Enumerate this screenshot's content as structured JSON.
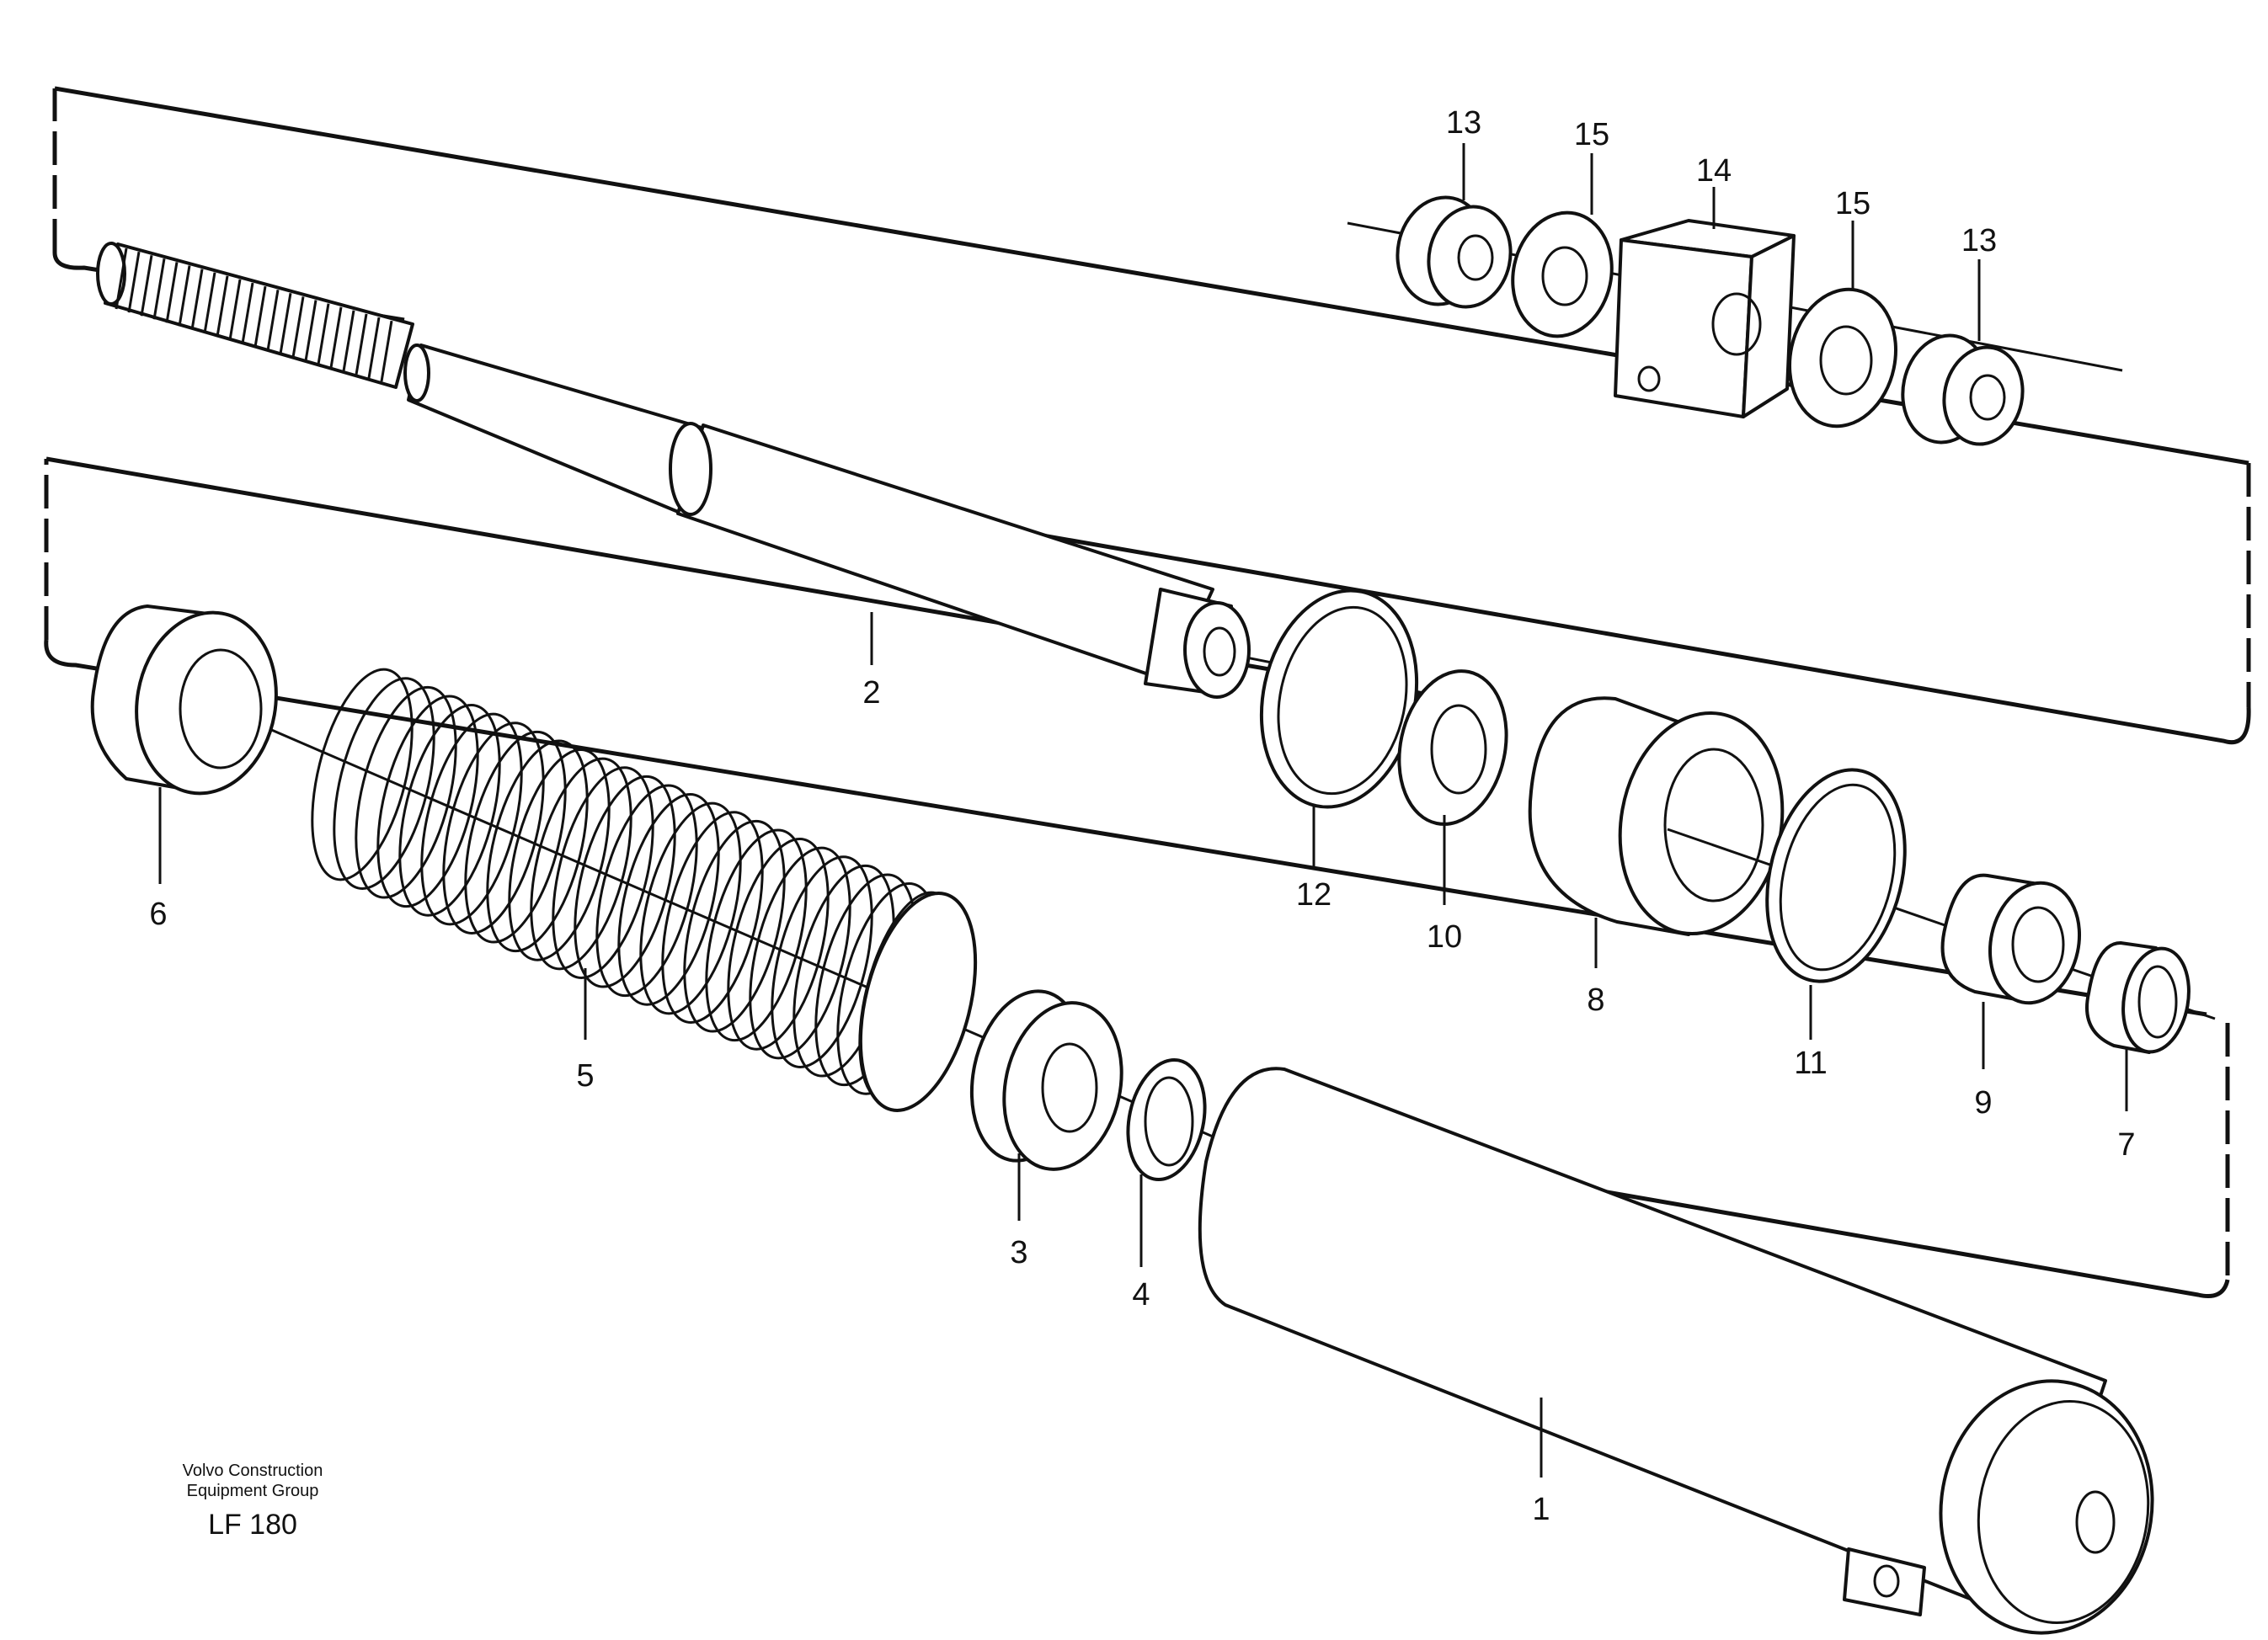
{
  "parts": [
    {
      "id": "p1",
      "label": "1"
    },
    {
      "id": "p2",
      "label": "2"
    },
    {
      "id": "p3",
      "label": "3"
    },
    {
      "id": "p4",
      "label": "4"
    },
    {
      "id": "p5",
      "label": "5"
    },
    {
      "id": "p6",
      "label": "6"
    },
    {
      "id": "p7",
      "label": "7"
    },
    {
      "id": "p8",
      "label": "8"
    },
    {
      "id": "p9",
      "label": "9"
    },
    {
      "id": "p10",
      "label": "10"
    },
    {
      "id": "p11",
      "label": "11"
    },
    {
      "id": "p12",
      "label": "12"
    },
    {
      "id": "p13a",
      "label": "13"
    },
    {
      "id": "p13b",
      "label": "13"
    },
    {
      "id": "p14",
      "label": "14"
    },
    {
      "id": "p15a",
      "label": "15"
    },
    {
      "id": "p15b",
      "label": "15"
    }
  ],
  "brand": {
    "line1": "Volvo Construction",
    "line2": "Equipment Group",
    "code": "LF 180"
  }
}
